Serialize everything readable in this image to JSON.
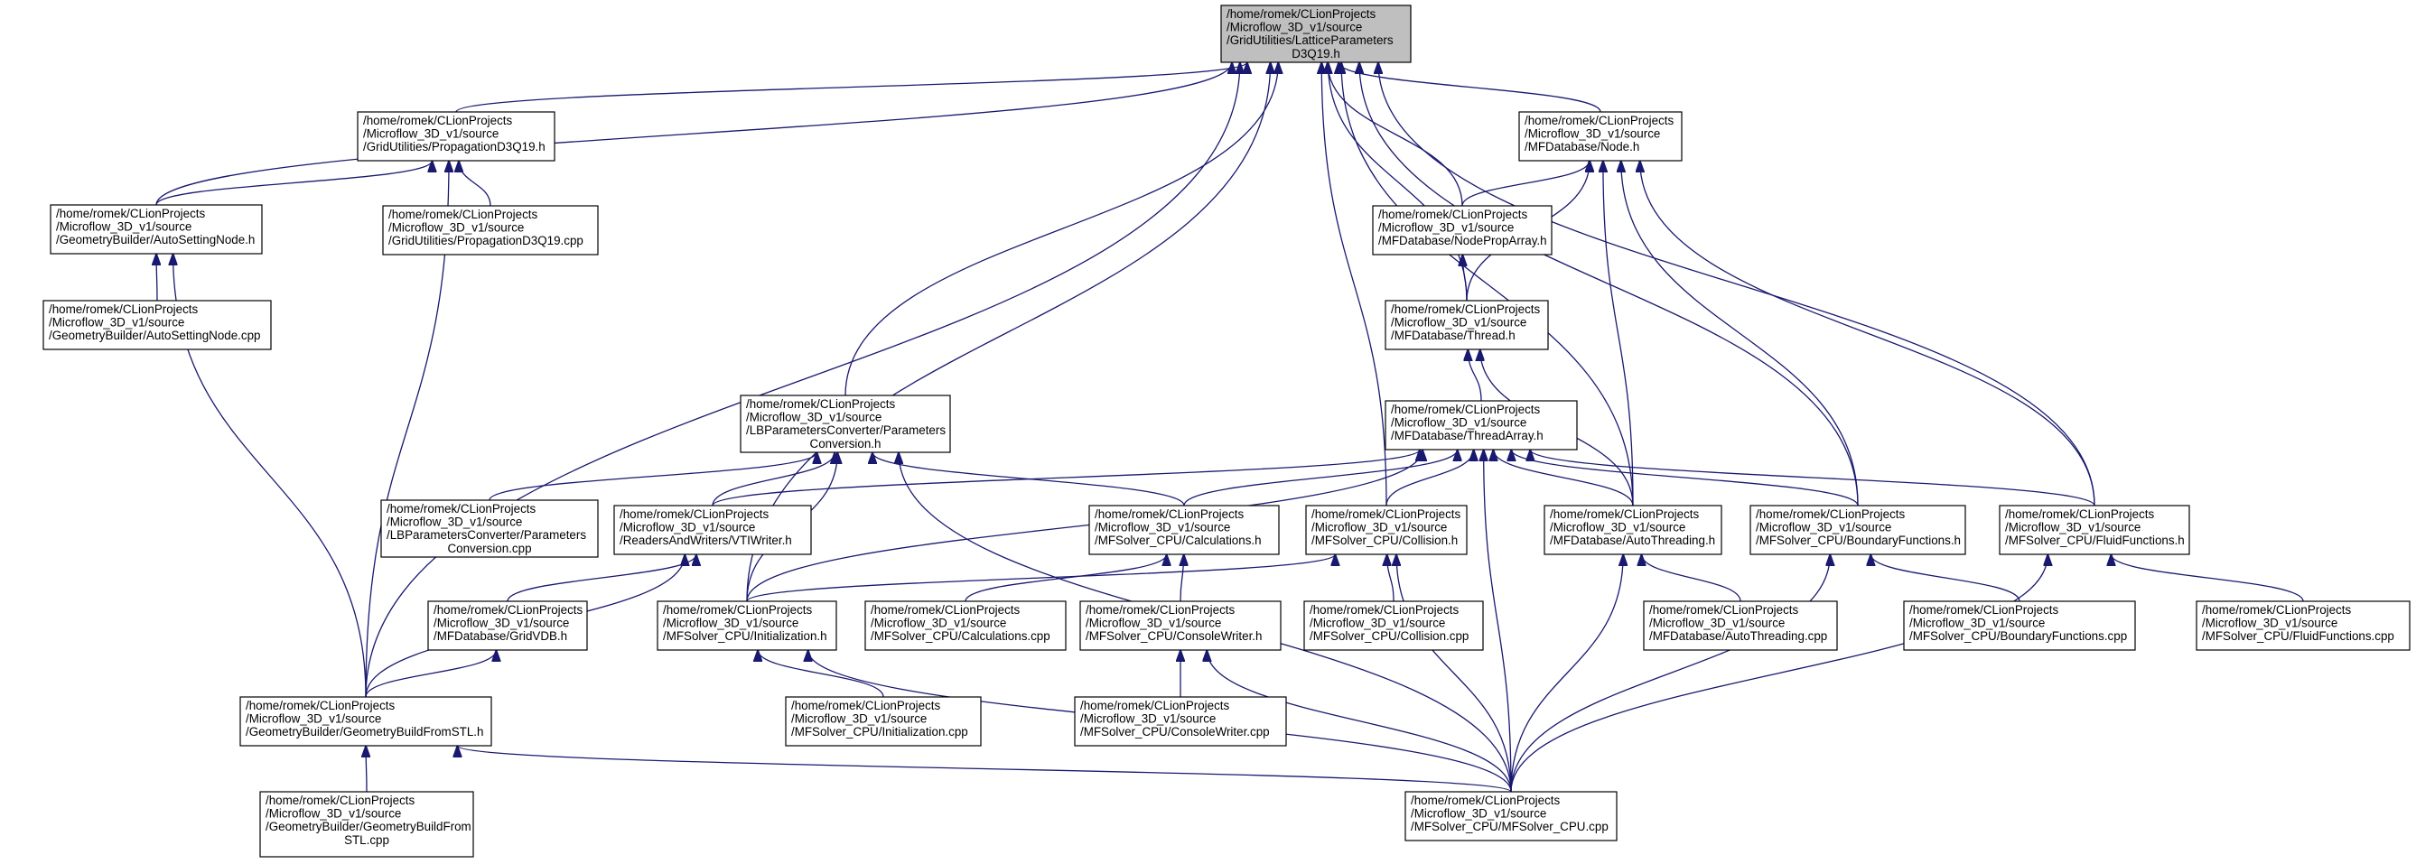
{
  "graph": {
    "nodes": [
      {
        "id": "lattice",
        "lines": [
          "/home/romek/CLionProjects",
          "/Microflow_3D_v1/source",
          "/GridUtilities/LatticeParameters",
          "D3Q19.h"
        ],
        "highlighted": true
      },
      {
        "id": "propagation_h",
        "lines": [
          "/home/romek/CLionProjects",
          "/Microflow_3D_v1/source",
          "/GridUtilities/PropagationD3Q19.h"
        ]
      },
      {
        "id": "propagation_cpp",
        "lines": [
          "/home/romek/CLionProjects",
          "/Microflow_3D_v1/source",
          "/GridUtilities/PropagationD3Q19.cpp"
        ]
      },
      {
        "id": "autosetting_h",
        "lines": [
          "/home/romek/CLionProjects",
          "/Microflow_3D_v1/source",
          "/GeometryBuilder/AutoSettingNode.h"
        ]
      },
      {
        "id": "autosetting_cpp",
        "lines": [
          "/home/romek/CLionProjects",
          "/Microflow_3D_v1/source",
          "/GeometryBuilder/AutoSettingNode.cpp"
        ]
      },
      {
        "id": "node_h",
        "lines": [
          "/home/romek/CLionProjects",
          "/Microflow_3D_v1/source",
          "/MFDatabase/Node.h"
        ]
      },
      {
        "id": "nodeprop_h",
        "lines": [
          "/home/romek/CLionProjects",
          "/Microflow_3D_v1/source",
          "/MFDatabase/NodePropArray.h"
        ]
      },
      {
        "id": "thread_h",
        "lines": [
          "/home/romek/CLionProjects",
          "/Microflow_3D_v1/source",
          "/MFDatabase/Thread.h"
        ]
      },
      {
        "id": "lbparams_h",
        "lines": [
          "/home/romek/CLionProjects",
          "/Microflow_3D_v1/source",
          "/LBParametersConverter/Parameters",
          "Conversion.h"
        ]
      },
      {
        "id": "threadarray_h",
        "lines": [
          "/home/romek/CLionProjects",
          "/Microflow_3D_v1/source",
          "/MFDatabase/ThreadArray.h"
        ]
      },
      {
        "id": "lbparams_cpp",
        "lines": [
          "/home/romek/CLionProjects",
          "/Microflow_3D_v1/source",
          "/LBParametersConverter/Parameters",
          "Conversion.cpp"
        ]
      },
      {
        "id": "vtiwriter_h",
        "lines": [
          "/home/romek/CLionProjects",
          "/Microflow_3D_v1/source",
          "/ReadersAndWriters/VTIWriter.h"
        ]
      },
      {
        "id": "calculations_h",
        "lines": [
          "/home/romek/CLionProjects",
          "/Microflow_3D_v1/source",
          "/MFSolver_CPU/Calculations.h"
        ]
      },
      {
        "id": "collision_h",
        "lines": [
          "/home/romek/CLionProjects",
          "/Microflow_3D_v1/source",
          "/MFSolver_CPU/Collision.h"
        ]
      },
      {
        "id": "autothreading_h",
        "lines": [
          "/home/romek/CLionProjects",
          "/Microflow_3D_v1/source",
          "/MFDatabase/AutoThreading.h"
        ]
      },
      {
        "id": "boundary_h",
        "lines": [
          "/home/romek/CLionProjects",
          "/Microflow_3D_v1/source",
          "/MFSolver_CPU/BoundaryFunctions.h"
        ]
      },
      {
        "id": "fluid_h",
        "lines": [
          "/home/romek/CLionProjects",
          "/Microflow_3D_v1/source",
          "/MFSolver_CPU/FluidFunctions.h"
        ]
      },
      {
        "id": "gridvdb_h",
        "lines": [
          "/home/romek/CLionProjects",
          "/Microflow_3D_v1/source",
          "/MFDatabase/GridVDB.h"
        ]
      },
      {
        "id": "initialization_h",
        "lines": [
          "/home/romek/CLionProjects",
          "/Microflow_3D_v1/source",
          "/MFSolver_CPU/Initialization.h"
        ]
      },
      {
        "id": "calculations_cpp",
        "lines": [
          "/home/romek/CLionProjects",
          "/Microflow_3D_v1/source",
          "/MFSolver_CPU/Calculations.cpp"
        ]
      },
      {
        "id": "consolewriter_h",
        "lines": [
          "/home/romek/CLionProjects",
          "/Microflow_3D_v1/source",
          "/MFSolver_CPU/ConsoleWriter.h"
        ]
      },
      {
        "id": "collision_cpp",
        "lines": [
          "/home/romek/CLionProjects",
          "/Microflow_3D_v1/source",
          "/MFSolver_CPU/Collision.cpp"
        ]
      },
      {
        "id": "autothreading_cpp",
        "lines": [
          "/home/romek/CLionProjects",
          "/Microflow_3D_v1/source",
          "/MFDatabase/AutoThreading.cpp"
        ]
      },
      {
        "id": "boundary_cpp",
        "lines": [
          "/home/romek/CLionProjects",
          "/Microflow_3D_v1/source",
          "/MFSolver_CPU/BoundaryFunctions.cpp"
        ]
      },
      {
        "id": "fluid_cpp",
        "lines": [
          "/home/romek/CLionProjects",
          "/Microflow_3D_v1/source",
          "/MFSolver_CPU/FluidFunctions.cpp"
        ]
      },
      {
        "id": "geombuild_h",
        "lines": [
          "/home/romek/CLionProjects",
          "/Microflow_3D_v1/source",
          "/GeometryBuilder/GeometryBuildFromSTL.h"
        ]
      },
      {
        "id": "initialization_cpp",
        "lines": [
          "/home/romek/CLionProjects",
          "/Microflow_3D_v1/source",
          "/MFSolver_CPU/Initialization.cpp"
        ]
      },
      {
        "id": "consolewriter_cpp",
        "lines": [
          "/home/romek/CLionProjects",
          "/Microflow_3D_v1/source",
          "/MFSolver_CPU/ConsoleWriter.cpp"
        ]
      },
      {
        "id": "geombuild_cpp",
        "lines": [
          "/home/romek/CLionProjects",
          "/Microflow_3D_v1/source",
          "/GeometryBuilder/GeometryBuildFrom",
          "STL.cpp"
        ]
      },
      {
        "id": "mfsolver_cpp",
        "lines": [
          "/home/romek/CLionProjects",
          "/Microflow_3D_v1/source",
          "/MFSolver_CPU/MFSolver_CPU.cpp"
        ]
      }
    ],
    "edges": [
      [
        "propagation_h",
        "lattice"
      ],
      [
        "autosetting_h",
        "lattice"
      ],
      [
        "geombuild_h",
        "lattice"
      ],
      [
        "lbparams_h",
        "lattice"
      ],
      [
        "initialization_h",
        "lattice"
      ],
      [
        "collision_h",
        "lattice"
      ],
      [
        "thread_h",
        "lattice"
      ],
      [
        "nodeprop_h",
        "lattice"
      ],
      [
        "node_h",
        "lattice"
      ],
      [
        "autothreading_h",
        "lattice"
      ],
      [
        "boundary_h",
        "lattice"
      ],
      [
        "fluid_h",
        "lattice"
      ],
      [
        "autosetting_h",
        "propagation_h"
      ],
      [
        "propagation_cpp",
        "propagation_h"
      ],
      [
        "geombuild_h",
        "propagation_h"
      ],
      [
        "autosetting_cpp",
        "autosetting_h"
      ],
      [
        "geombuild_h",
        "autosetting_h"
      ],
      [
        "nodeprop_h",
        "node_h"
      ],
      [
        "thread_h",
        "node_h"
      ],
      [
        "autothreading_h",
        "node_h"
      ],
      [
        "boundary_h",
        "node_h"
      ],
      [
        "fluid_h",
        "node_h"
      ],
      [
        "thread_h",
        "nodeprop_h"
      ],
      [
        "threadarray_h",
        "thread_h"
      ],
      [
        "autothreading_h",
        "thread_h"
      ],
      [
        "lbparams_cpp",
        "lbparams_h"
      ],
      [
        "vtiwriter_h",
        "lbparams_h"
      ],
      [
        "calculations_h",
        "lbparams_h"
      ],
      [
        "initialization_h",
        "lbparams_h"
      ],
      [
        "mfsolver_cpp",
        "lbparams_h"
      ],
      [
        "vtiwriter_h",
        "threadarray_h"
      ],
      [
        "calculations_h",
        "threadarray_h"
      ],
      [
        "collision_h",
        "threadarray_h"
      ],
      [
        "autothreading_h",
        "threadarray_h"
      ],
      [
        "boundary_h",
        "threadarray_h"
      ],
      [
        "fluid_h",
        "threadarray_h"
      ],
      [
        "initialization_h",
        "threadarray_h"
      ],
      [
        "mfsolver_cpp",
        "threadarray_h"
      ],
      [
        "gridvdb_h",
        "vtiwriter_h"
      ],
      [
        "geombuild_h",
        "vtiwriter_h"
      ],
      [
        "calculations_cpp",
        "calculations_h"
      ],
      [
        "consolewriter_h",
        "calculations_h"
      ],
      [
        "initialization_h",
        "collision_h"
      ],
      [
        "collision_cpp",
        "collision_h"
      ],
      [
        "mfsolver_cpp",
        "collision_h"
      ],
      [
        "autothreading_cpp",
        "autothreading_h"
      ],
      [
        "mfsolver_cpp",
        "autothreading_h"
      ],
      [
        "boundary_cpp",
        "boundary_h"
      ],
      [
        "mfsolver_cpp",
        "boundary_h"
      ],
      [
        "fluid_cpp",
        "fluid_h"
      ],
      [
        "mfsolver_cpp",
        "fluid_h"
      ],
      [
        "geombuild_h",
        "gridvdb_h"
      ],
      [
        "initialization_cpp",
        "initialization_h"
      ],
      [
        "mfsolver_cpp",
        "initialization_h"
      ],
      [
        "consolewriter_cpp",
        "consolewriter_h"
      ],
      [
        "mfsolver_cpp",
        "consolewriter_h"
      ],
      [
        "geombuild_cpp",
        "geombuild_h"
      ],
      [
        "mfsolver_cpp",
        "geombuild_h"
      ]
    ]
  }
}
